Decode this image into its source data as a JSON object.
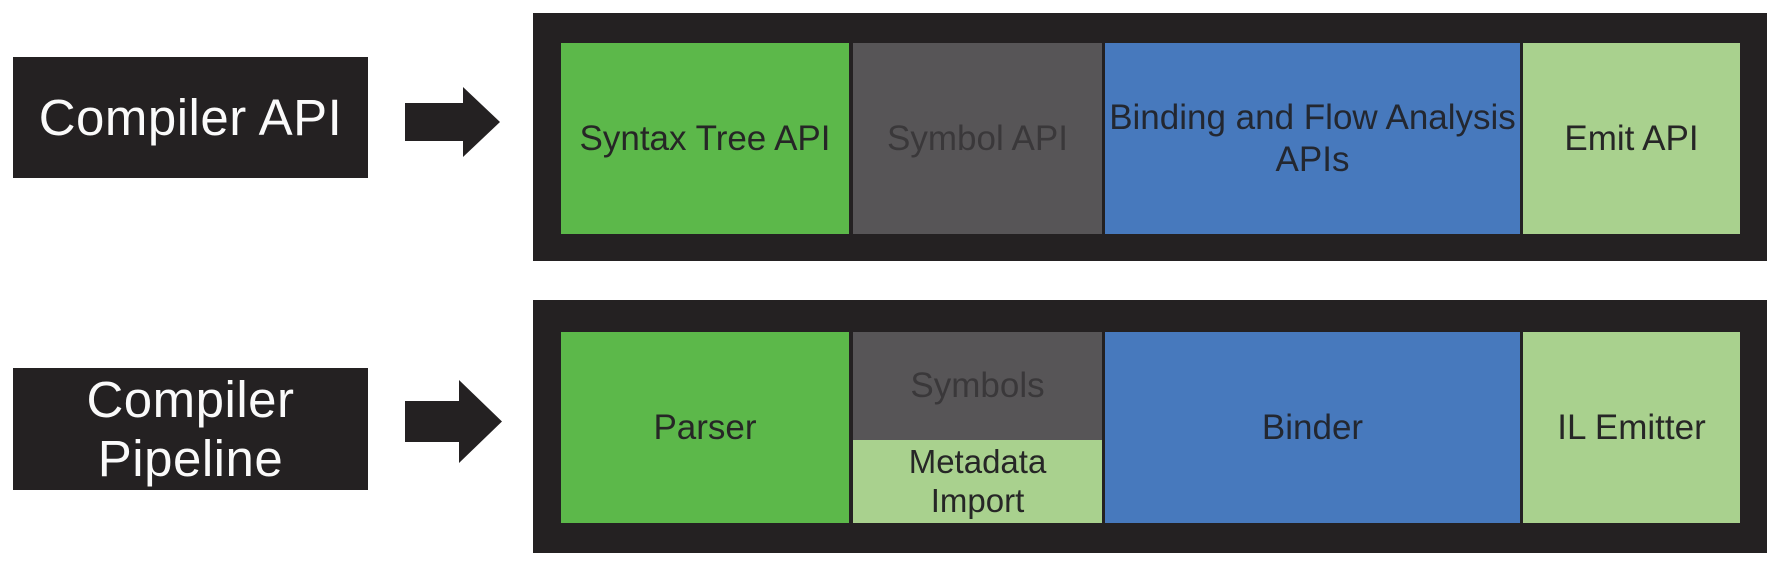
{
  "colors": {
    "dark": "#242122",
    "green": "#5CB84A",
    "gray": "#575557",
    "blue": "#4779BD",
    "lightgreen": "#A9D18E",
    "text-dark": "#262626",
    "text-gray": "#3A383A",
    "text-blue": "#232730",
    "text-light": "#FAFAFA"
  },
  "rows": [
    {
      "label": "Compiler API",
      "arrow_icon": "arrow-right",
      "blocks": [
        {
          "text": "Syntax Tree API",
          "color": "green"
        },
        {
          "text": "Symbol API",
          "color": "gray"
        },
        {
          "text": "Binding and Flow Analysis\nAPIs",
          "color": "blue"
        },
        {
          "text": "Emit API",
          "color": "lightgreen"
        }
      ]
    },
    {
      "label": "Compiler\nPipeline",
      "arrow_icon": "arrow-right",
      "blocks": [
        {
          "text": "Parser",
          "color": "green"
        },
        {
          "text": "Symbols",
          "color": "gray"
        },
        {
          "text": "Metadata\nImport",
          "color": "lightgreen"
        },
        {
          "text": "Binder",
          "color": "blue"
        },
        {
          "text": "IL Emitter",
          "color": "lightgreen"
        }
      ]
    }
  ]
}
